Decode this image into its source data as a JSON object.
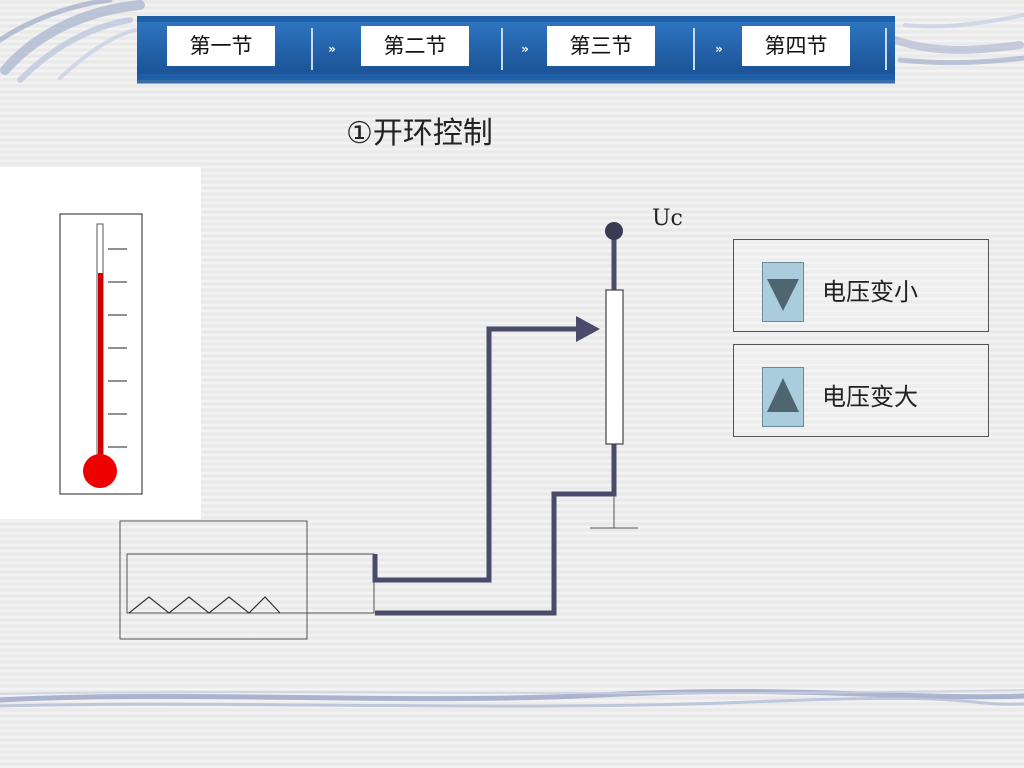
{
  "nav": {
    "tabs": [
      "第一节",
      "第二节",
      "第三节",
      "第四节"
    ],
    "arrow_glyph": "»"
  },
  "page_title": "①开环控制",
  "diagram": {
    "voltage_label": "Uc"
  },
  "controls": {
    "decrease_label": "电压变小",
    "increase_label": "电压变大"
  },
  "colors": {
    "nav_blue": "#1f5fa8",
    "wire": "#4a4a6a",
    "mercury": "#cc0000",
    "button_fill": "#a9cddd",
    "button_icon": "#4f6670"
  },
  "icons": [
    "chevron-right-icon",
    "triangle-down-icon",
    "triangle-up-icon",
    "thermometer-icon",
    "heater-icon",
    "potentiometer-icon",
    "ground-icon"
  ]
}
